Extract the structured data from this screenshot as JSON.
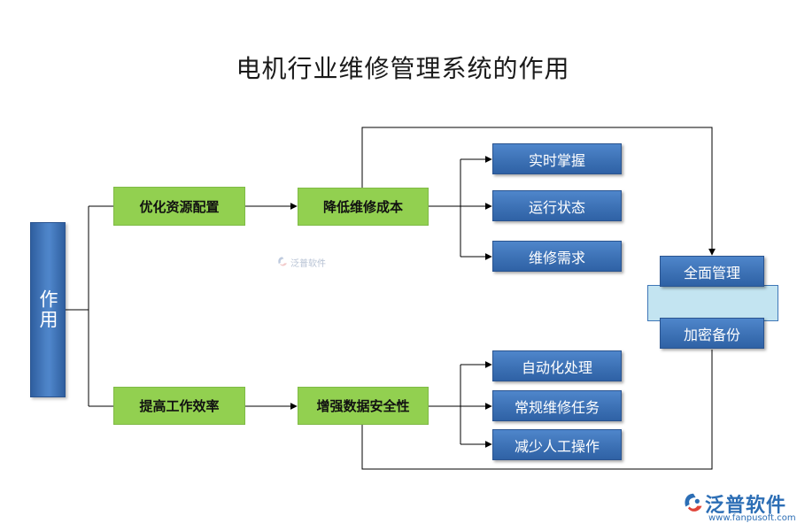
{
  "title": "电机行业维修管理系统的作用",
  "root": {
    "label": "作用"
  },
  "level1": [
    {
      "id": "optimize",
      "label": "优化资源配置"
    },
    {
      "id": "efficiency",
      "label": "提高工作效率"
    }
  ],
  "level2": [
    {
      "id": "reduce_cost",
      "label": "降低维修成本"
    },
    {
      "id": "data_security",
      "label": "增强数据安全性"
    }
  ],
  "top_leaves": [
    {
      "label": "实时掌握"
    },
    {
      "label": "运行状态"
    },
    {
      "label": "维修需求"
    }
  ],
  "bottom_leaves": [
    {
      "label": "自动化处理"
    },
    {
      "label": "常规维修任务"
    },
    {
      "label": "减少人工操作"
    }
  ],
  "right_box": {
    "top": "全面管理",
    "bottom": "加密备份"
  },
  "watermark": {
    "name": "泛普软件",
    "url": "www.fanpusoft.com"
  },
  "colors": {
    "green": "#92d050",
    "blue": "#3c71b5",
    "light_blue": "#c3e4f1",
    "connector": "#000000"
  },
  "icons": [
    "fanpu-logo-icon",
    "arrow-icon"
  ]
}
